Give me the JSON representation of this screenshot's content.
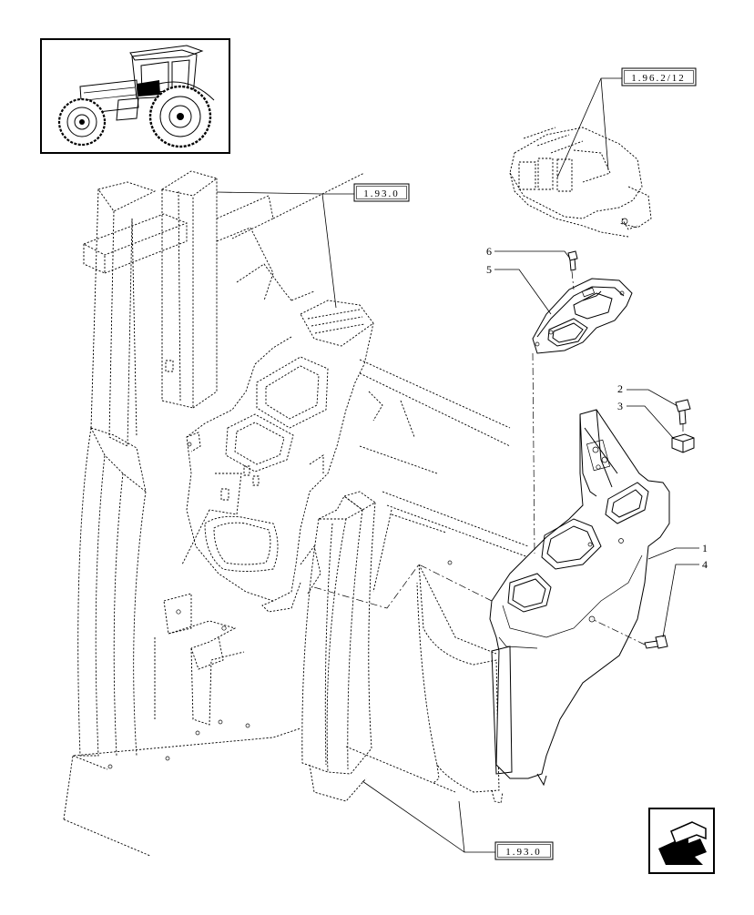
{
  "diagram": {
    "reference_boxes": {
      "top_right": "1.96.2/12",
      "upper_middle": "1.93.0",
      "bottom": "1.93.0"
    },
    "callouts": {
      "c1": "1",
      "c2": "2",
      "c3": "3",
      "c4": "4",
      "c5": "5",
      "c6": "6"
    },
    "icons": {
      "thumbnail": "tractor-thumbnail-icon",
      "navigation": "arrow-nav-icon"
    }
  }
}
